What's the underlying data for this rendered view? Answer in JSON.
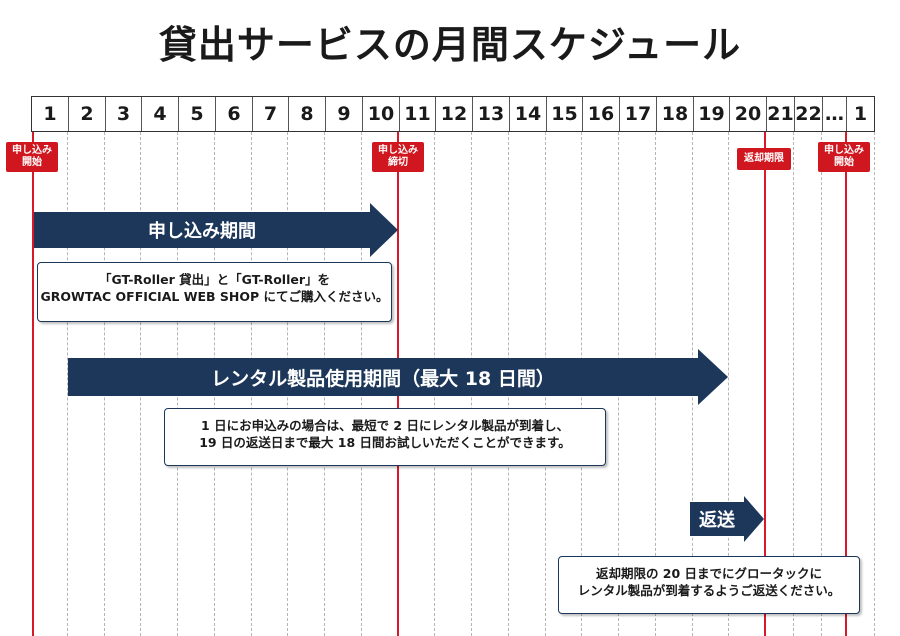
{
  "title": "貸出サービスの月間スケジュール",
  "days": [
    "1",
    "2",
    "3",
    "4",
    "5",
    "6",
    "7",
    "8",
    "9",
    "10",
    "11",
    "12",
    "13",
    "14",
    "15",
    "16",
    "17",
    "18",
    "19",
    "20",
    "21",
    "22",
    "…",
    "1"
  ],
  "markers": {
    "apply_start": [
      "申し込み",
      "開始"
    ],
    "apply_end": [
      "申し込み",
      "締切"
    ],
    "return_deadline": "返却期限",
    "next_apply_start": [
      "申し込み",
      "開始"
    ]
  },
  "arrows": {
    "apply_period": "申し込み期間",
    "rental_period": "レンタル製品使用期間（最大 18 日間）",
    "return": "返送"
  },
  "notes": {
    "apply": [
      "「GT-Roller 貸出」と「GT-Roller」を",
      "GROWTAC OFFICIAL WEB SHOP にてご購入ください。"
    ],
    "rental": [
      "1 日にお申込みの場合は、最短で 2 日にレンタル製品が到着し、",
      "19 日の返送日まで最大 18 日間お試しいただくことができます。"
    ],
    "return": [
      "返却期限の 20 日までにグロータックに",
      "レンタル製品が到着するようご返送ください。"
    ]
  },
  "colors": {
    "navy": "#1c3759",
    "red": "#d61a2a"
  }
}
